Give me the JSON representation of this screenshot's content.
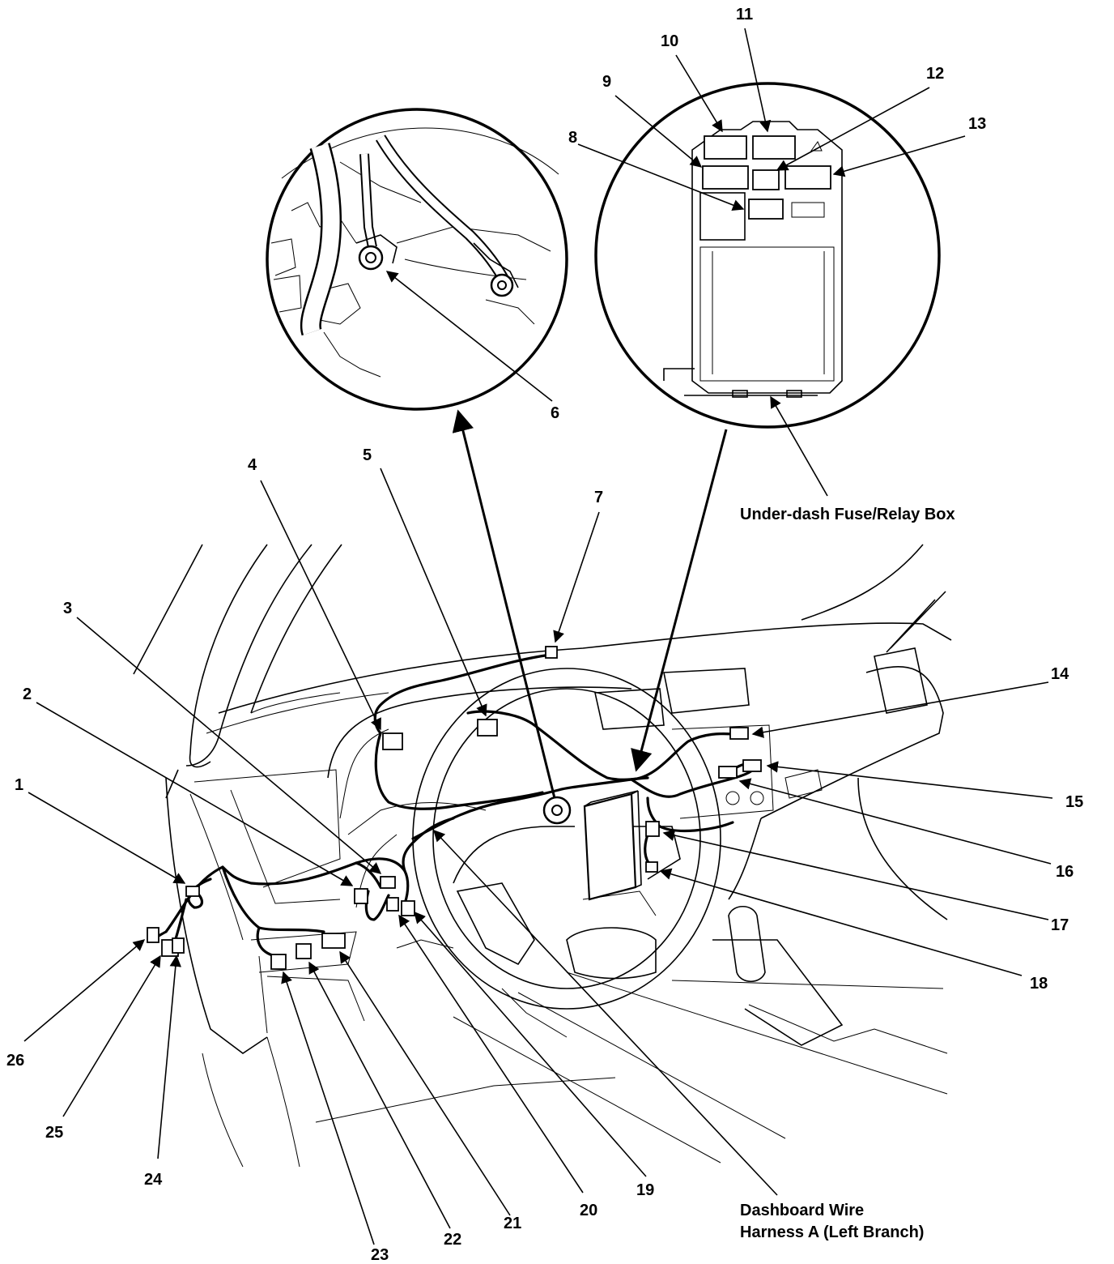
{
  "callouts": [
    {
      "id": "1",
      "text": "1"
    },
    {
      "id": "2",
      "text": "2"
    },
    {
      "id": "3",
      "text": "3"
    },
    {
      "id": "4",
      "text": "4"
    },
    {
      "id": "5",
      "text": "5"
    },
    {
      "id": "6",
      "text": "6"
    },
    {
      "id": "7",
      "text": "7"
    },
    {
      "id": "8",
      "text": "8"
    },
    {
      "id": "9",
      "text": "9"
    },
    {
      "id": "10",
      "text": "10"
    },
    {
      "id": "11",
      "text": "11"
    },
    {
      "id": "12",
      "text": "12"
    },
    {
      "id": "13",
      "text": "13"
    },
    {
      "id": "14",
      "text": "14"
    },
    {
      "id": "15",
      "text": "15"
    },
    {
      "id": "16",
      "text": "16"
    },
    {
      "id": "17",
      "text": "17"
    },
    {
      "id": "18",
      "text": "18"
    },
    {
      "id": "19",
      "text": "19"
    },
    {
      "id": "20",
      "text": "20"
    },
    {
      "id": "21",
      "text": "21"
    },
    {
      "id": "22",
      "text": "22"
    },
    {
      "id": "23",
      "text": "23"
    },
    {
      "id": "24",
      "text": "24"
    },
    {
      "id": "25",
      "text": "25"
    },
    {
      "id": "26",
      "text": "26"
    }
  ],
  "labels": {
    "fuse_box": "Under-dash Fuse/Relay Box",
    "harness_line1": "Dashboard Wire",
    "harness_line2": "Harness A (Left Branch)"
  }
}
